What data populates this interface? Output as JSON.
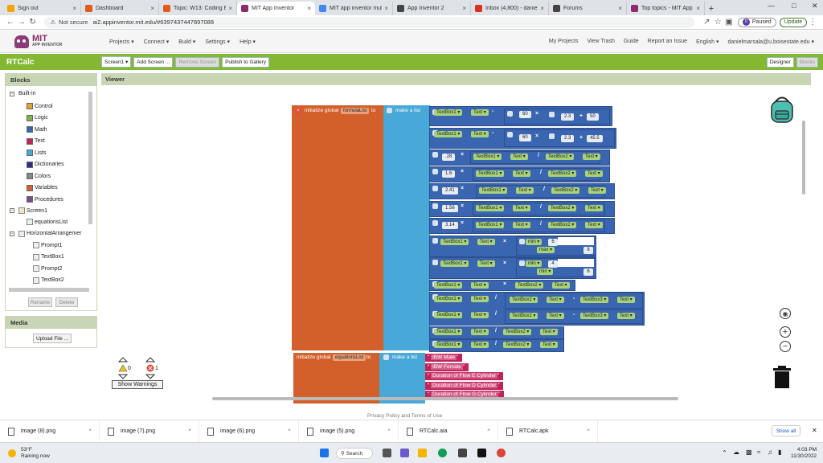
{
  "browser": {
    "tabs": [
      {
        "label": "Sign out",
        "color": "#f4a300"
      },
      {
        "label": "Dashboard",
        "color": "#e25a1c"
      },
      {
        "label": "Topic: W13: Coding Bl",
        "color": "#e25a1c"
      },
      {
        "label": "MIT App Inventor",
        "color": "#8b2c6d",
        "active": true
      },
      {
        "label": "MIT app inventor mul",
        "color": "#4285f4"
      },
      {
        "label": "App Inventor 2",
        "color": "#444444"
      },
      {
        "label": "Inbox (4,800) - daniel",
        "color": "#d93025"
      },
      {
        "label": "Forums",
        "color": "#444444"
      },
      {
        "label": "Top topics - MIT App",
        "color": "#8b2c6d"
      }
    ],
    "new_tab": "+",
    "not_secure": "Not secure",
    "url": "ai2.appinventor.mit.edu/#6397437447897088",
    "profile_label": "Paused",
    "profile_initial": "D",
    "update_label": "Update"
  },
  "app": {
    "logo_mit": "MIT",
    "logo_sub": "APP INVENTOR",
    "menus": [
      "Projects ▾",
      "Connect ▾",
      "Build ▾",
      "Settings ▾",
      "Help ▾"
    ],
    "right_menus": [
      "My Projects",
      "View Trash",
      "Guide",
      "Report an Issue",
      "English ▾",
      "danielmarsala@u.boisestate.edu ▾"
    ],
    "project_name": "RTCalc",
    "screen_btn": "Screen1 ▾",
    "add_screen": "Add Screen ...",
    "remove_screen": "Remove Screen",
    "publish": "Publish to Gallery",
    "designer": "Designer",
    "blocks_btn": "Blocks"
  },
  "blocks_panel": {
    "title": "Blocks",
    "builtin": "Built-in",
    "items": [
      {
        "label": "Control",
        "color": "#e8a030"
      },
      {
        "label": "Logic",
        "color": "#7ab648"
      },
      {
        "label": "Math",
        "color": "#3a65b0"
      },
      {
        "label": "Text",
        "color": "#c0245a"
      },
      {
        "label": "Lists",
        "color": "#48a8d8"
      },
      {
        "label": "Dictionaries",
        "color": "#2d2d8a"
      },
      {
        "label": "Colors",
        "color": "#888888"
      },
      {
        "label": "Variables",
        "color": "#d35f2b"
      },
      {
        "label": "Procedures",
        "color": "#7a4e8a"
      }
    ],
    "screen": "Screen1",
    "components": [
      "equationsList",
      "HorizontalArrangemer",
      "Prompt1",
      "TextBox1",
      "Prompt2",
      "TextBox2"
    ],
    "rename": "Rename",
    "delete": "Delete"
  },
  "media_panel": {
    "title": "Media",
    "upload": "Upload File ..."
  },
  "viewer": {
    "title": "Viewer",
    "block1": {
      "header": "initialize global",
      "var_name": "formulaList",
      "to": "to",
      "make_list": "make a list"
    },
    "block2": {
      "header": "initialize global",
      "var_name": "equationsList",
      "to": "to",
      "make_list": "make a list",
      "strings": [
        "IBW Male",
        "IBW Female",
        "Duration of Flow E Cylinder",
        "Duration of Flow D Cylinder",
        "Duration of Flow G Cylinder"
      ]
    },
    "labels": {
      "textbox1": "TextBox1",
      "textbox2": "TextBox2",
      "textbox3": "TextBox3",
      "text": "Text",
      "min": "min",
      "max": "max"
    },
    "numbers": {
      "n60": "60",
      "n23": "2.3",
      "n50": "50",
      "n455": "45.5",
      "n28": ".28",
      "n16": "1.6",
      "n241": "2.41",
      "n156": "1.56",
      "n314": "3.14",
      "n6": "6",
      "n8": "8",
      "n4": "4"
    },
    "ops": {
      "minus": "-",
      "times": "×",
      "divide": "/",
      "plus": "+"
    },
    "warnings": {
      "warn_count": "0",
      "error_count": "1",
      "show_warnings": "Show Warnings"
    },
    "privacy": "Privacy Policy and Terms of Use"
  },
  "downloads": {
    "files": [
      "image (8).png",
      "image (7).png",
      "image (6).png",
      "image (5).png",
      "RTCalc.aia",
      "RTCalc.apk"
    ],
    "show_all": "Show all"
  },
  "taskbar": {
    "temp": "53°F",
    "weather": "Raining now",
    "search": "Search",
    "time": "4:03 PM",
    "date": "11/30/2022"
  }
}
